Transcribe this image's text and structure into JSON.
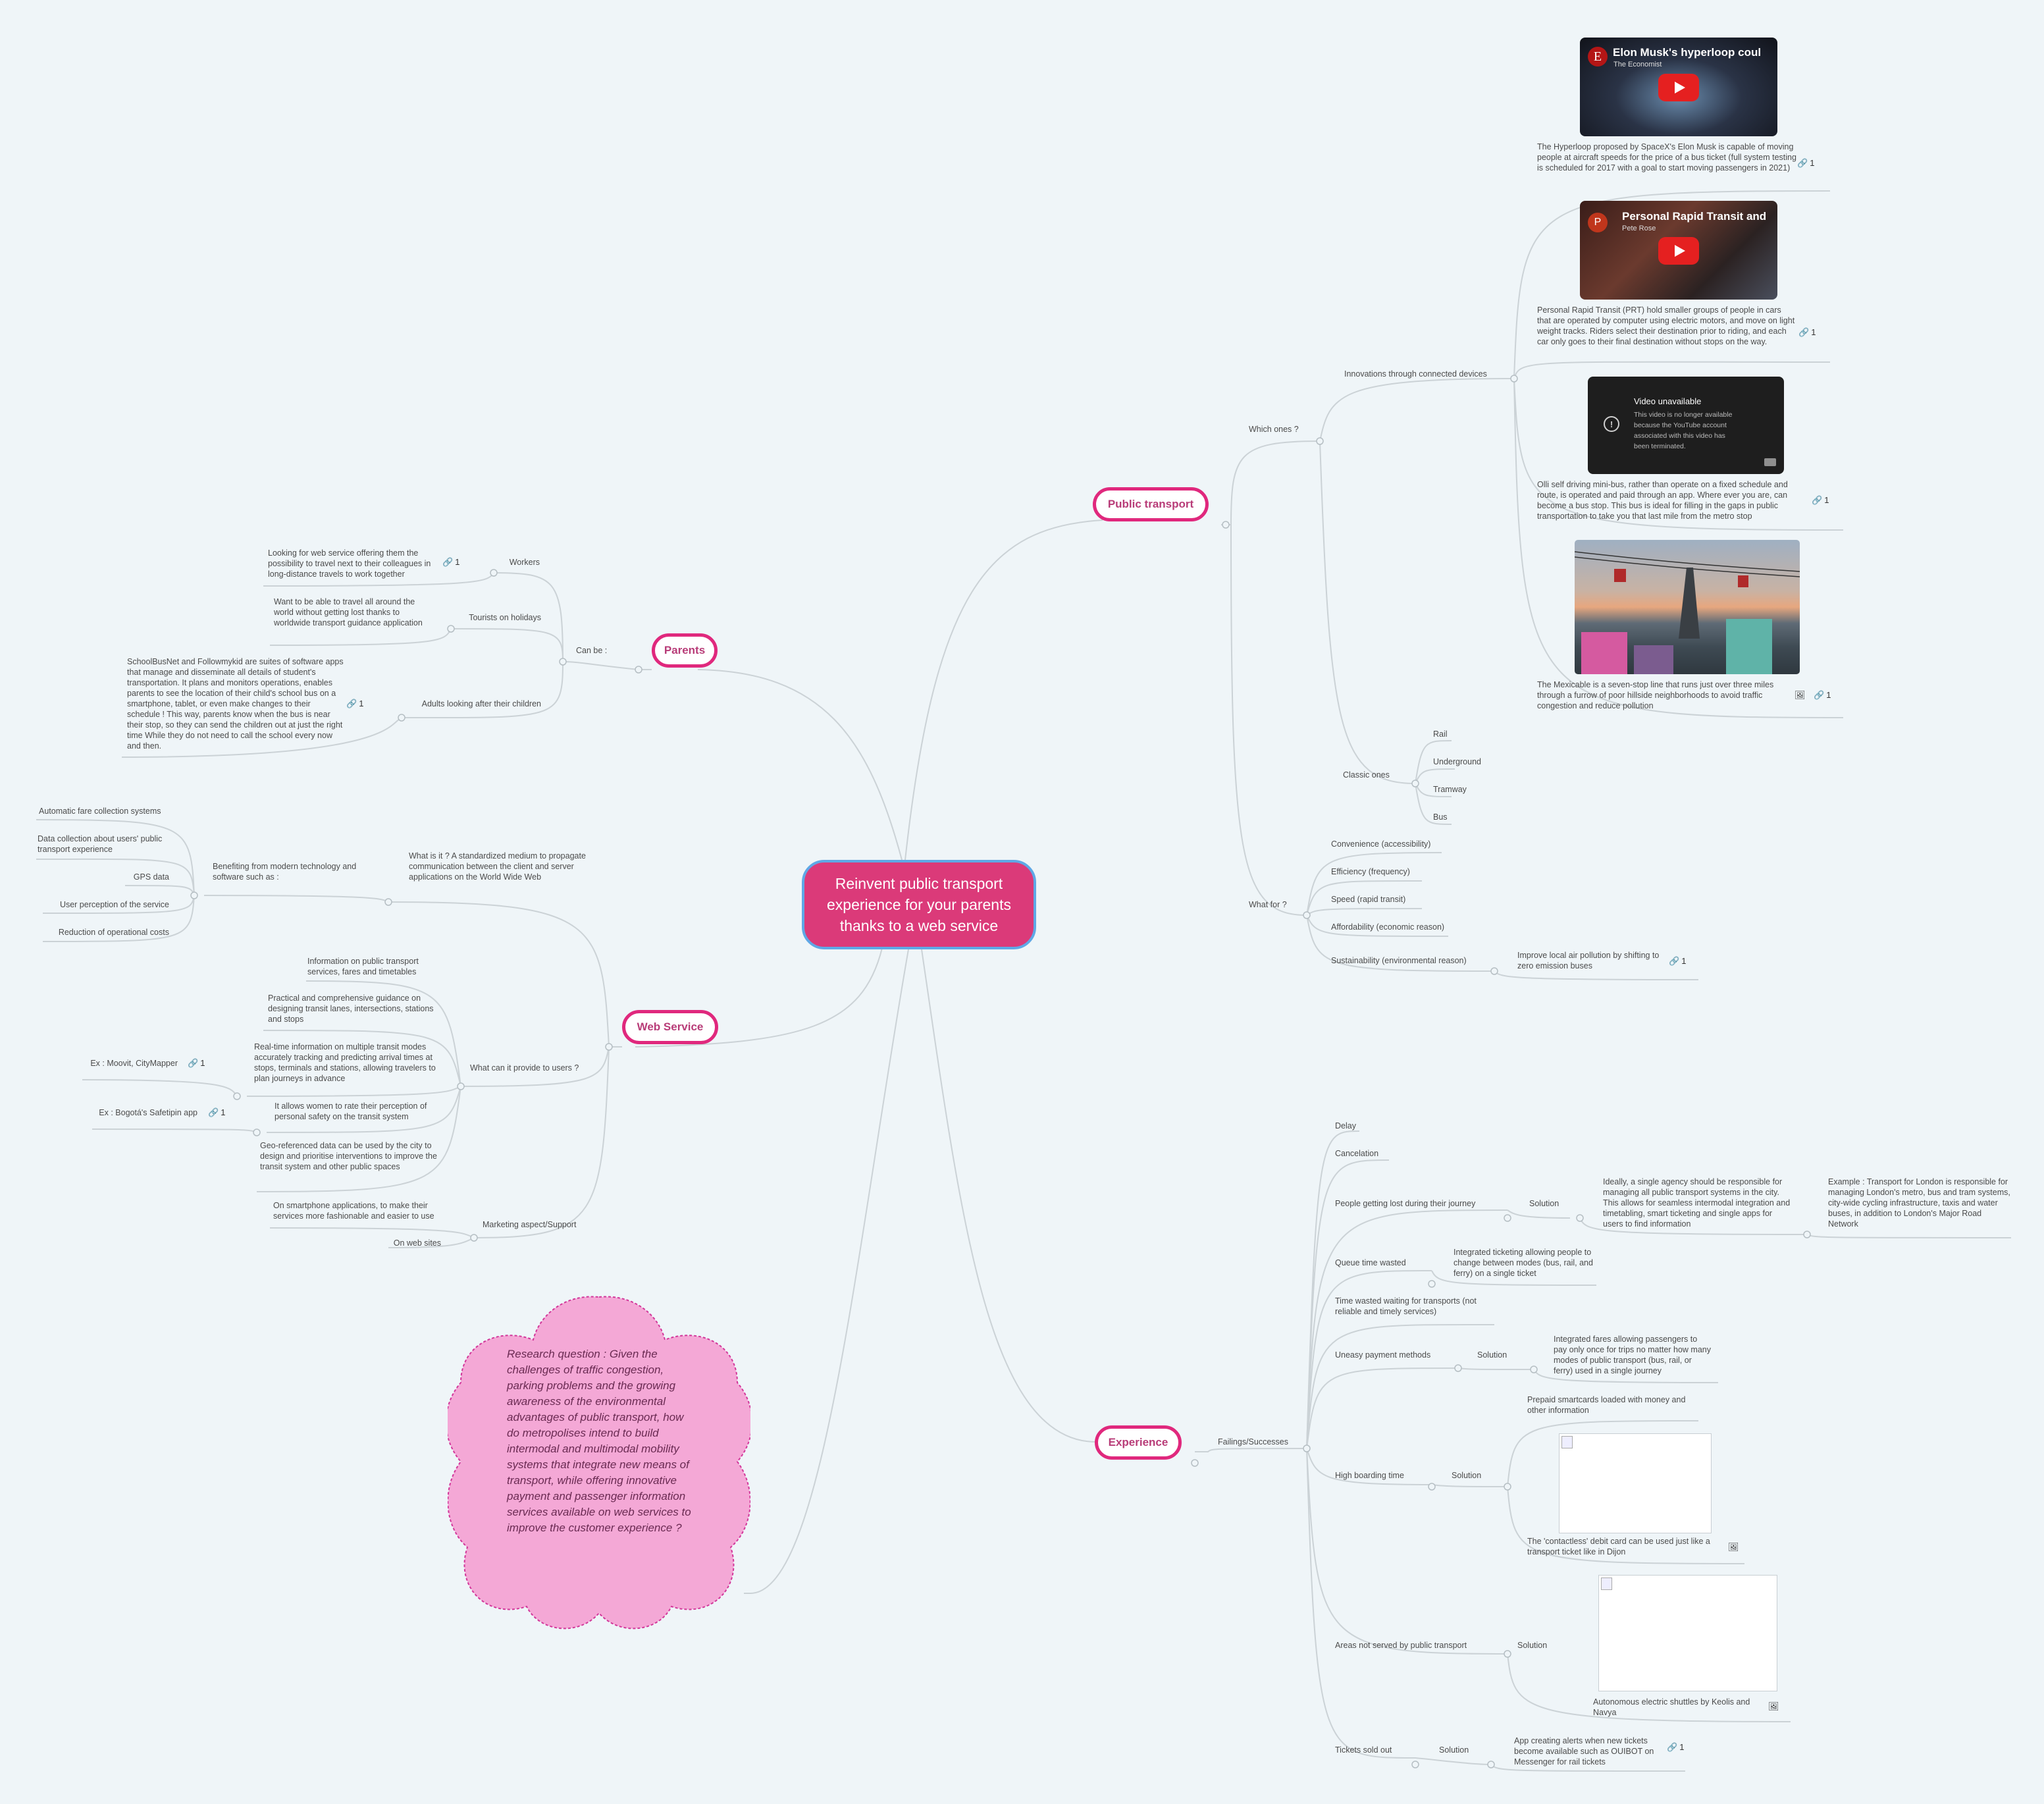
{
  "central": "Reinvent public transport experience for your parents thanks to a web service",
  "topics": {
    "public_transport": "Public transport",
    "parents": "Parents",
    "web_service": "Web Service",
    "experience": "Experience"
  },
  "public_transport": {
    "which_ones": "Which ones ?",
    "innovations": "Innovations through connected devices",
    "hyperloop_video_title": "Elon Musk's hyperloop coul",
    "hyperloop_video_channel": "The Economist",
    "hyperloop_avatar": "E",
    "hyperloop_text": "The Hyperloop proposed by SpaceX's Elon Musk is capable of moving people at aircraft speeds for the price of a bus ticket (full system testing is scheduled for 2017 with a goal to start moving passengers in 2021)",
    "prt_video_title": "Personal Rapid Transit and",
    "prt_video_channel": "Pete Rose",
    "prt_avatar": "P",
    "prt_text": "Personal Rapid Transit (PRT) hold smaller groups of people in cars that are operated by computer using electric motors, and move on light weight tracks. Riders select their destination prior to riding, and each car only goes to their final destination without stops on the way.",
    "unavailable_title": "Video unavailable",
    "unavailable_body": "This video is no longer available because the YouTube account associated with this video has been terminated.",
    "olli_text": "Olli self driving mini-bus, rather than operate on a fixed schedule and route, is operated and paid through an app. Where ever you are, can become a bus stop. This bus is ideal for filling in the gaps in public transportation to take you that last mile from the metro stop",
    "mexicable_text": "The Mexicable is a seven-stop line that runs just over three miles through a furrow of poor hillside neighborhoods to avoid traffic congestion and reduce pollution",
    "classic": "Classic ones",
    "rail": "Rail",
    "underground": "Underground",
    "tramway": "Tramway",
    "bus": "Bus",
    "what_for": "What for ?",
    "convenience": "Convenience (accessibility)",
    "efficiency": "Efficiency (frequency)",
    "speed": "Speed (rapid transit)",
    "affordability": "Affordability (economic reason)",
    "sustainability": "Sustainability (environmental reason)",
    "air_pollution": "Improve local air pollution by shifting to zero emission buses"
  },
  "parents": {
    "can_be": "Can be :",
    "workers": "Workers",
    "workers_text": "Looking for web service offering them the possibility to travel next to their colleagues in long-distance travels to work together",
    "tourists": "Tourists on holidays",
    "tourists_text": "Want to be able to travel all around the world without getting lost thanks to worldwide transport guidance application",
    "adults": "Adults looking after their children",
    "adults_text": "SchoolBusNet and Followmykid are suites of software apps that manage and disseminate all details of student's transportation. It plans and monitors operations, enables parents to see the location of their child's school bus on a smartphone, tablet, or even make changes to their schedule ! This way, parents know when the bus is near their stop, so they can send the children out at just the right time While they do not need to call the school every now and then."
  },
  "web_service": {
    "what_is": "What is it ? A standardized medium to propagate communication between the client and server applications on the World Wide Web",
    "benefiting": "Benefiting from modern technology and software such as :",
    "fare": "Automatic fare collection systems",
    "data_collection": "Data collection about users' public transport experience",
    "gps": "GPS data",
    "perception": "User perception of the service",
    "reduction": "Reduction of operational costs",
    "what_can": "What can it provide to users ?",
    "info": "Information on public transport services, fares and timetables",
    "guidance": "Practical and comprehensive guidance on designing transit lanes, intersections, stations and stops",
    "realtime": "Real-time information on multiple transit modes accurately tracking and predicting arrival times at stops, terminals and stations, allowing travelers to plan journeys in advance",
    "moovit": "Ex : Moovit, CityMapper",
    "women": "It allows women to rate their perception of personal safety on the transit system",
    "safetipin": "Ex : Bogotá's Safetipin app",
    "geo": "Geo-referenced data can  be used by the city to design and prioritise interventions to improve the transit system and other public spaces",
    "marketing": "Marketing aspect/Support",
    "smartphone": "On smartphone applications, to make their services more fashionable and easier to use",
    "websites": "On web sites"
  },
  "experience": {
    "failings": "Failings/Successes",
    "delay": "Delay",
    "cancelation": "Cancelation",
    "lost": "People getting lost during their journey",
    "solution": "Solution",
    "single_agency": "Ideally, a single agency should be responsible for managing all public transport systems in the city. This allows for seamless intermodal integration and timetabling, smart ticketing and single apps for users to find information",
    "tfl": "Example : Transport for London is responsible for managing London's metro, bus and tram systems, city-wide cycling infrastructure, taxis and water buses, in addition to London's Major Road Network",
    "queue": "Queue time wasted",
    "integrated_ticketing": "Integrated ticketing allowing people to change between modes (bus, rail, and ferry) on a single ticket",
    "waiting": "Time wasted waiting for transports (not reliable and timely services)",
    "payment": "Uneasy payment methods",
    "integrated_fares": "Integrated fares allowing passengers to pay only once for trips no matter how many modes of public transport (bus, rail, or ferry) used in a single journey",
    "boarding": "High boarding time",
    "smartcards": "Prepaid smartcards loaded with money and other information",
    "contactless": "The 'contactless' debit card can be used just like a transport ticket like in Dijon",
    "areas": "Areas not served by public transport",
    "shuttles": "Autonomous electric shuttles by Keolis and Navya",
    "sold_out": "Tickets sold out",
    "alerts": "App creating alerts when new tickets become available such as OUIBOT on Messenger for rail tickets"
  },
  "research_question": "Research question : Given the challenges of traffic congestion, parking problems and the growing awareness of the environmental advantages of public transport, how do metropolises intend to build intermodal and multimodal mobility systems that integrate new means of transport, while offering innovative payment and passenger information services available on web services to improve the customer experience ?",
  "badge_count": "1",
  "colors": {
    "background": "#eff5f8",
    "central_fill": "#db3a79",
    "central_border": "#5fa8e6",
    "topic_border": "#e0287d",
    "topic_text": "#b83c78",
    "cloud_fill": "#f4a8d6",
    "cloud_border": "#d2379a",
    "line": "#cbd2d6"
  },
  "icons": [
    "link-icon",
    "image-icon",
    "play-icon",
    "alert-circle-icon",
    "youtube-icon"
  ]
}
